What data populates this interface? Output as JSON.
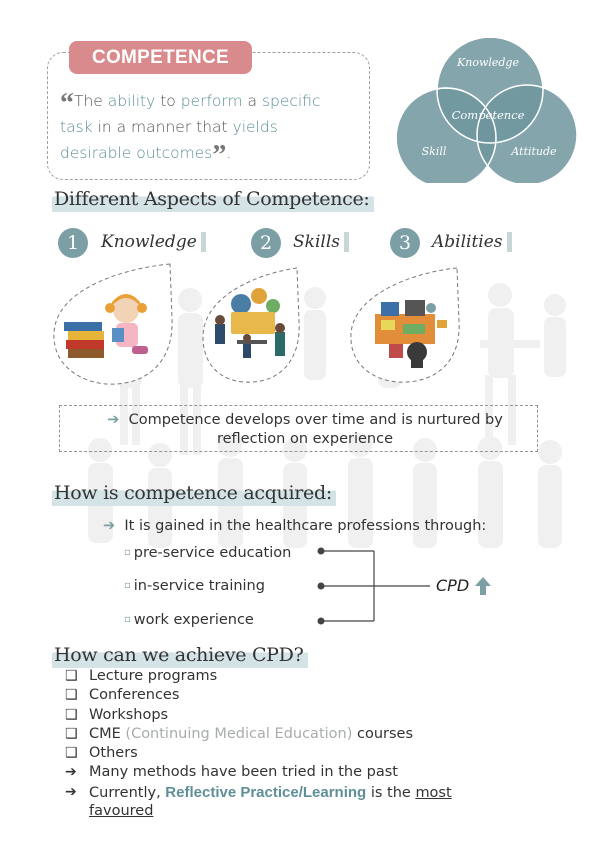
{
  "definition": {
    "tag": "COMPETENCE",
    "open_quote": "“",
    "close_quote": "”",
    "parts": [
      "The ",
      "ability",
      " to ",
      "perform",
      " a ",
      "specific",
      "task",
      " in a manner that ",
      "yields",
      "desirable outcomes",
      "."
    ]
  },
  "venn": {
    "top": "Knowledge",
    "center": "Competence",
    "left": "Skill",
    "right": "Attitude",
    "color": "#6e959d"
  },
  "aspects": {
    "heading": "Different Aspects of Competence:",
    "items": [
      {
        "num": "1",
        "label": "Knowledge"
      },
      {
        "num": "2",
        "label": "Skills"
      },
      {
        "num": "3",
        "label": "Abilities"
      }
    ]
  },
  "note": {
    "arrow": "➔",
    "text": "Competence develops over time and is nurtured by reflection on experience"
  },
  "acquired": {
    "heading": "How is competence acquired:",
    "intro": "It is gained in the healthcare professions through:",
    "sources": [
      "pre-service education",
      "in-service training",
      "work experience"
    ],
    "cpd": "CPD"
  },
  "achieve": {
    "heading": "How can we achieve CPD?",
    "items": [
      {
        "bullet": "❑",
        "text": "Lecture programs"
      },
      {
        "bullet": "❑",
        "text": "Conferences"
      },
      {
        "bullet": "❑",
        "text": "Workshops"
      },
      {
        "bullet": "❑",
        "text_a": "CME ",
        "text_gray": "(Continuing Medical Education)",
        "text_b": " courses"
      },
      {
        "bullet": "❑",
        "text": "Others"
      },
      {
        "bullet": "➔",
        "text": "Many methods have been tried in the past"
      },
      {
        "bullet": "➔",
        "text_a": "Currently, ",
        "text_teal": "Reflective Practice/Learning",
        "text_b": " is the ",
        "text_u1": "most",
        "text_u2": "favoured"
      }
    ]
  },
  "colors": {
    "accent": "#7c9fa6",
    "tag": "#d98a8c",
    "highlight": "#d3e3e6"
  }
}
